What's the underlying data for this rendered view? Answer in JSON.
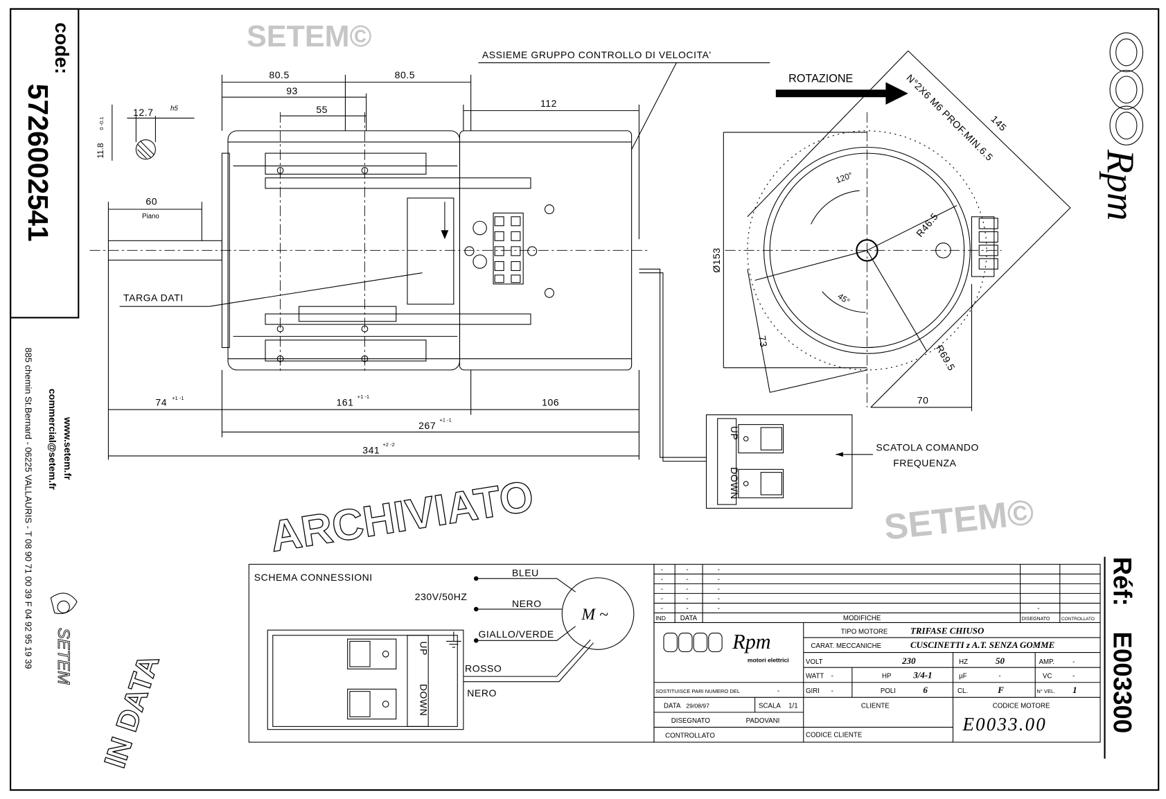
{
  "code_box": {
    "label": "code:",
    "value": "5726002541"
  },
  "company": {
    "website": "www.setem.fr",
    "email": "commercial@setem.fr",
    "address": "885 chemin St.Bernard - 06225 VALLAURIS - T 08 90 71 00 39  F 04 92 95 19 39",
    "logo_text": "SETEM"
  },
  "brand": {
    "logo_text": "Rpm",
    "subtitle": "motori elettrici"
  },
  "reference": {
    "label": "Réf:",
    "value": "E003300"
  },
  "side_view": {
    "assembly_label": "ASSIEME GRUPPO CONTROLLO DI VELOCITA'",
    "nameplate_label": "TARGA DATI",
    "shaft_flat_label": "Piano",
    "dims": {
      "d_80_5_a": "80.5",
      "d_80_5_b": "80.5",
      "d_93": "93",
      "d_55": "55",
      "d_112": "112",
      "d_60": "60",
      "d_74": "74",
      "d_161": "161",
      "d_106": "106",
      "d_267": "267",
      "d_341": "341",
      "tol_pm1": "+1 -1",
      "tol_pm2": "+2 -2",
      "shaft_dia": "12.7",
      "shaft_tol": "h5",
      "shaft_flat": "11.8",
      "shaft_flat_tol": "0 -0.1"
    }
  },
  "front_view": {
    "rotation_label": "ROTAZIONE",
    "holes_label": "N°2X6 M6 PROF.MIN.6.5",
    "dims": {
      "d_145": "145",
      "d_153": "Ø153",
      "r_46_5": "R46.5",
      "r_69_5": "R69.5",
      "a_120": "120°",
      "a_45": "45°",
      "d_73": "73",
      "d_70": "70"
    }
  },
  "control_box": {
    "up": "UP",
    "down": "DOWN",
    "label_line1": "SCATOLA COMANDO",
    "label_line2": "FREQUENZA"
  },
  "schematic": {
    "title": "SCHEMA CONNESSIONI",
    "supply": "230V/50HZ",
    "wires": [
      "BLEU",
      "NERO",
      "GIALLO/VERDE"
    ],
    "cable_wires": [
      "ROSSO",
      "NERO"
    ],
    "motor_symbol": "M ~",
    "up": "UP",
    "down": "DOWN"
  },
  "watermarks": {
    "archived": "ARCHIVIATO",
    "in_data": "IN DATA",
    "setem": "SETEM©"
  },
  "title_block": {
    "revisions": [
      {
        "ind": "-",
        "data": "-",
        "mod": "-"
      },
      {
        "ind": "-",
        "data": "-",
        "mod": "-"
      },
      {
        "ind": "-",
        "data": "-",
        "mod": "-"
      },
      {
        "ind": "-",
        "data": "-",
        "mod": "-"
      },
      {
        "ind": "-",
        "data": "-",
        "mod": "-",
        "dis": "-"
      }
    ],
    "headers": {
      "ind": "IND",
      "data": "DATA",
      "mod": "MODIFICHE",
      "dis": "DISEGNATO",
      "ctrl": "CONTROLLATO"
    },
    "tipo_motore_label": "TIPO MOTORE",
    "tipo_motore": "TRIFASE CHIUSO",
    "carat_label": "CARAT. MECCANICHE",
    "carat": "CUSCINETTI z A.T. SENZA GOMME",
    "volt_label": "VOLT",
    "volt": "230",
    "hz_label": "HZ",
    "hz": "50",
    "amp_label": "AMP.",
    "amp": "-",
    "watt_label": "WATT",
    "watt": "-",
    "hp_label": "HP",
    "hp": "3/4-1",
    "uf_label": "µF",
    "uf": "-",
    "vc_label": "VC",
    "vc": "-",
    "giri_label": "GIRI",
    "giri": "-",
    "poli_label": "POLI",
    "poli": "6",
    "cl_label": "CL.",
    "cl": "F",
    "nvel_label": "N° VEL.",
    "nvel": "1",
    "replaces_label": "SOSTITUISCE PARI NUMERO DEL",
    "replaces": "-",
    "date_label": "DATA",
    "date": "29/08/97",
    "scale_label": "SCALA",
    "scale": "1/1",
    "drawn_label": "DISEGNATO",
    "drawn": "PADOVANI",
    "checked_label": "CONTROLLATO",
    "client_label": "CLIENTE",
    "client_code_label": "CODICE CLIENTE",
    "motor_code_label": "CODICE MOTORE",
    "motor_code": "E0033.00"
  }
}
